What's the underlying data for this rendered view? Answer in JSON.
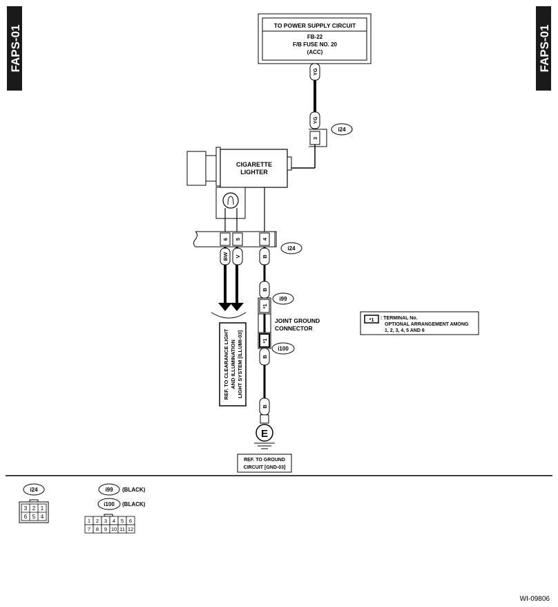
{
  "page_tab_left": "FAPS-01",
  "page_tab_right": "FAPS-01",
  "power_box": {
    "title": "TO POWER SUPPLY CIRCUIT",
    "line1": "FB-22",
    "line2": "F/B FUSE NO. 20",
    "line3": "(ACC)"
  },
  "lighter_label_1": "CIGARETTE",
  "lighter_label_2": "LIGHTER",
  "wires": {
    "yg_top": "YG",
    "yg_bottom": "YG",
    "bw": "BW",
    "v": "V",
    "b_i24": "B",
    "b_i99": "B",
    "b_i100": "B",
    "b_ground": "B"
  },
  "pins": {
    "i24_pin3": "3",
    "i24_pin6": "6",
    "i24_pin5": "5",
    "i24_pin4": "4",
    "i99_pin": "*1",
    "i100_pin": "*1"
  },
  "connectors": {
    "i24_upper": "i24",
    "i24_lower": "i24",
    "i99": "i99",
    "i100": "i100"
  },
  "joint_ground_1": "JOINT GROUND",
  "joint_ground_2": "CONNECTOR",
  "legend": {
    "symbol": "*1",
    "line1": ": TERMINAL No.",
    "line2": "OPTIONAL ARRANGEMENT AMONG",
    "line3": "1, 2, 3, 4, 5 AND 6"
  },
  "ref_clearance": {
    "line1": "REF. TO CLEARANCE LIGHT",
    "line2": "AND ILLUMINATION",
    "line3": "LIGHT SYSTEM [ILLUMI-03]"
  },
  "ground_symbol": "E",
  "ref_ground": {
    "line1": "REF. TO GROUND",
    "line2": "CIRCUIT [GND-03]"
  },
  "bottom": {
    "i24_label": "i24",
    "i99_label": "i99",
    "i99_color": "(BLACK)",
    "i100_label": "i100",
    "i100_color": "(BLACK)",
    "i24_row1": [
      "3",
      "2",
      "1"
    ],
    "i24_row2": [
      "6",
      "5",
      "4"
    ],
    "joint_row1": [
      "1",
      "2",
      "3",
      "4",
      "5",
      "6"
    ],
    "joint_row2": [
      "7",
      "8",
      "9",
      "10",
      "11",
      "12"
    ]
  },
  "figure_id": "WI-09806"
}
